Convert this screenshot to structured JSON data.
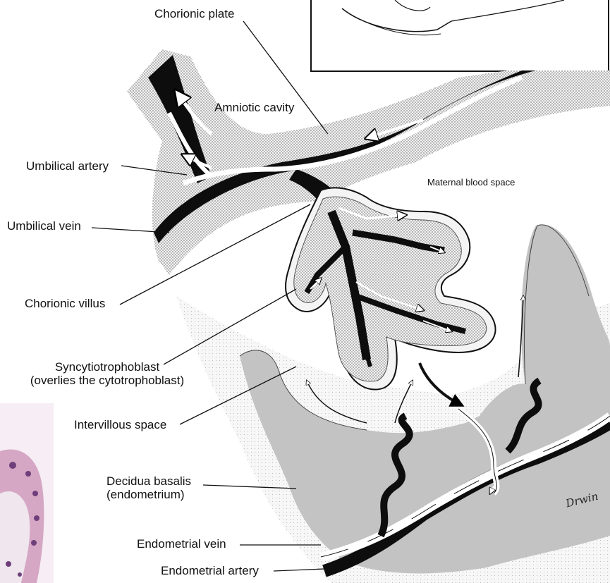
{
  "labels": {
    "chorionic_plate": "Chorionic plate",
    "amniotic_cavity": "Amniotic cavity",
    "maternal_blood_space": "Maternal blood space",
    "umbilical_artery": "Umbilical artery",
    "umbilical_vein": "Umbilical vein",
    "chorionic_villus": "Chorionic villus",
    "syncytiotrophoblast_line1": "Syncytiotrophoblast",
    "syncytiotrophoblast_line2": "(overlies the cytotrophoblast)",
    "intervillous_space": "Intervillous space",
    "decidua_basalis_line1": "Decidua basalis",
    "decidua_basalis_line2": "(endometrium)",
    "endometrial_vein": "Endometrial vein",
    "endometrial_artery": "Endometrial artery"
  },
  "signature": "Drwin",
  "colors": {
    "vessel_dark": "#0d0d0d",
    "stipple": "#c9c9c9",
    "decidua": "#bdbdbd",
    "histology_pink": "#c98fb4"
  }
}
